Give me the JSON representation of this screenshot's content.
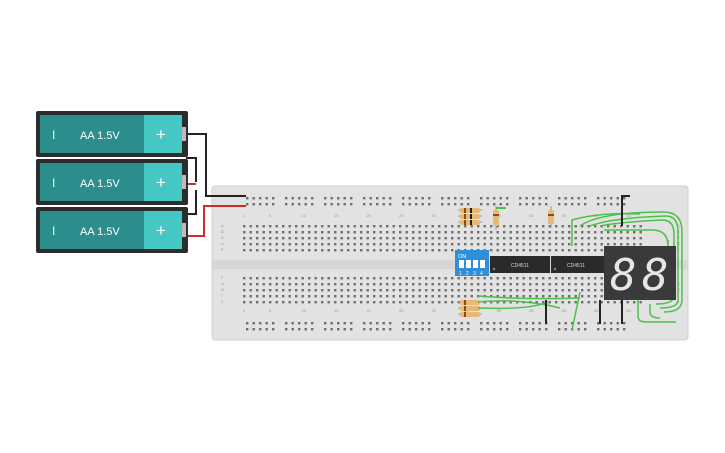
{
  "batteries": [
    {
      "label": "AA 1.5V",
      "minus": "I",
      "plus": "+"
    },
    {
      "label": "AA 1.5V",
      "minus": "I",
      "plus": "+"
    },
    {
      "label": "AA 1.5V",
      "minus": "I",
      "plus": "+"
    }
  ],
  "breadboard": {
    "column_numbers": [
      "1",
      "5",
      "10",
      "15",
      "20",
      "25",
      "30",
      "35",
      "40",
      "45",
      "50",
      "55",
      "60"
    ],
    "row_letters_top": [
      "A",
      "B",
      "C",
      "D",
      "E"
    ],
    "row_letters_bottom": [
      "F",
      "G",
      "H",
      "I",
      "J"
    ]
  },
  "dip_switch": {
    "on_label": "ON",
    "numbers": [
      "1",
      "2",
      "3",
      "4"
    ]
  },
  "chips": [
    {
      "label": "CD4511"
    },
    {
      "label": "CD4511"
    }
  ],
  "display": {
    "digits": [
      "8",
      "8"
    ]
  },
  "colors": {
    "battery": "#2b8e8c",
    "battery_plus": "#45c7c3",
    "wire_red": "#d12b2b",
    "wire_black": "#222222",
    "wire_green": "#4cc04c",
    "switch_blue": "#2f8fd8",
    "display_body": "#3a3a3a"
  }
}
